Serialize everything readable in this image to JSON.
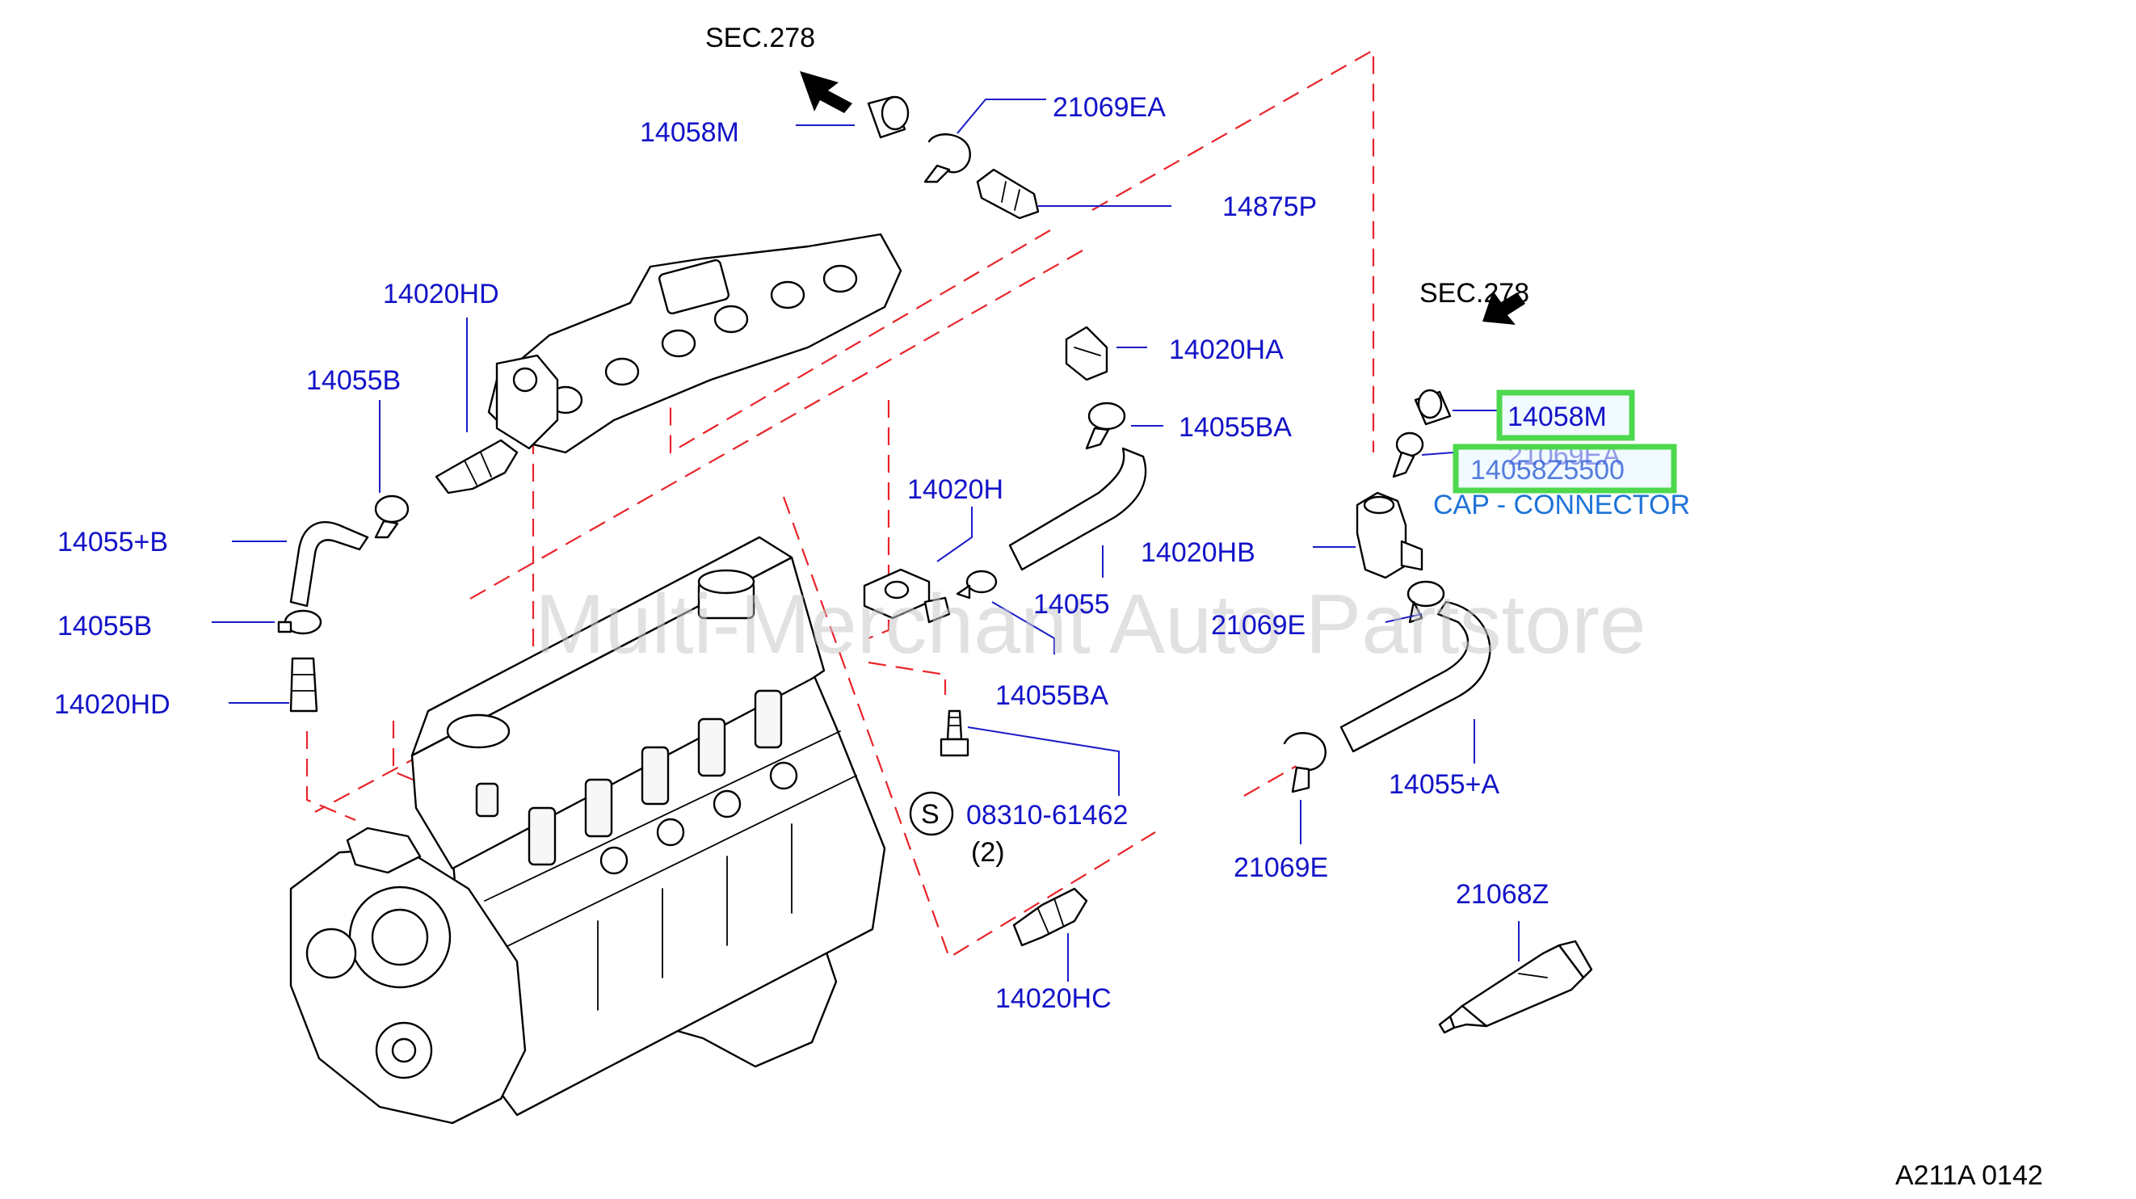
{
  "diagram": {
    "references": {
      "sec_top": "SEC.278",
      "sec_right": "SEC.278"
    },
    "labels": {
      "p14058m_top": "14058M",
      "p21069ea_top": "21069EA",
      "p14875p": "14875P",
      "p14020hd_top": "14020HD",
      "p14055b_top": "14055B",
      "p14055plusb": "14055+B",
      "p14055b_mid": "14055B",
      "p14020hd_mid": "14020HD",
      "p14020ha": "14020HA",
      "p14055ba_top": "14055BA",
      "p14020h": "14020H",
      "p14020hb": "14020HB",
      "p14055": "14055",
      "p14055ba_bot": "14055BA",
      "p21069e_right": "21069E",
      "p14055plusa": "14055+A",
      "p21069e_bot": "21069E",
      "p08310": "08310-61462",
      "qty": "(2)",
      "s_mark": "S",
      "p14020hc": "14020HC",
      "p21068z": "21068Z",
      "p14058m_right": "14058M",
      "p21069ea_right": "21069EA",
      "p_highlight_number": "14058Z5500",
      "cap_connector": "CAP - CONNECTOR",
      "code": "A211A  0142"
    },
    "watermark": "Multi-Merchant Auto Partstore",
    "colors": {
      "label": "#1313c8",
      "dashed": "#e8242a",
      "highlight": "#4dd84d",
      "caption": "#1e73d8"
    }
  }
}
